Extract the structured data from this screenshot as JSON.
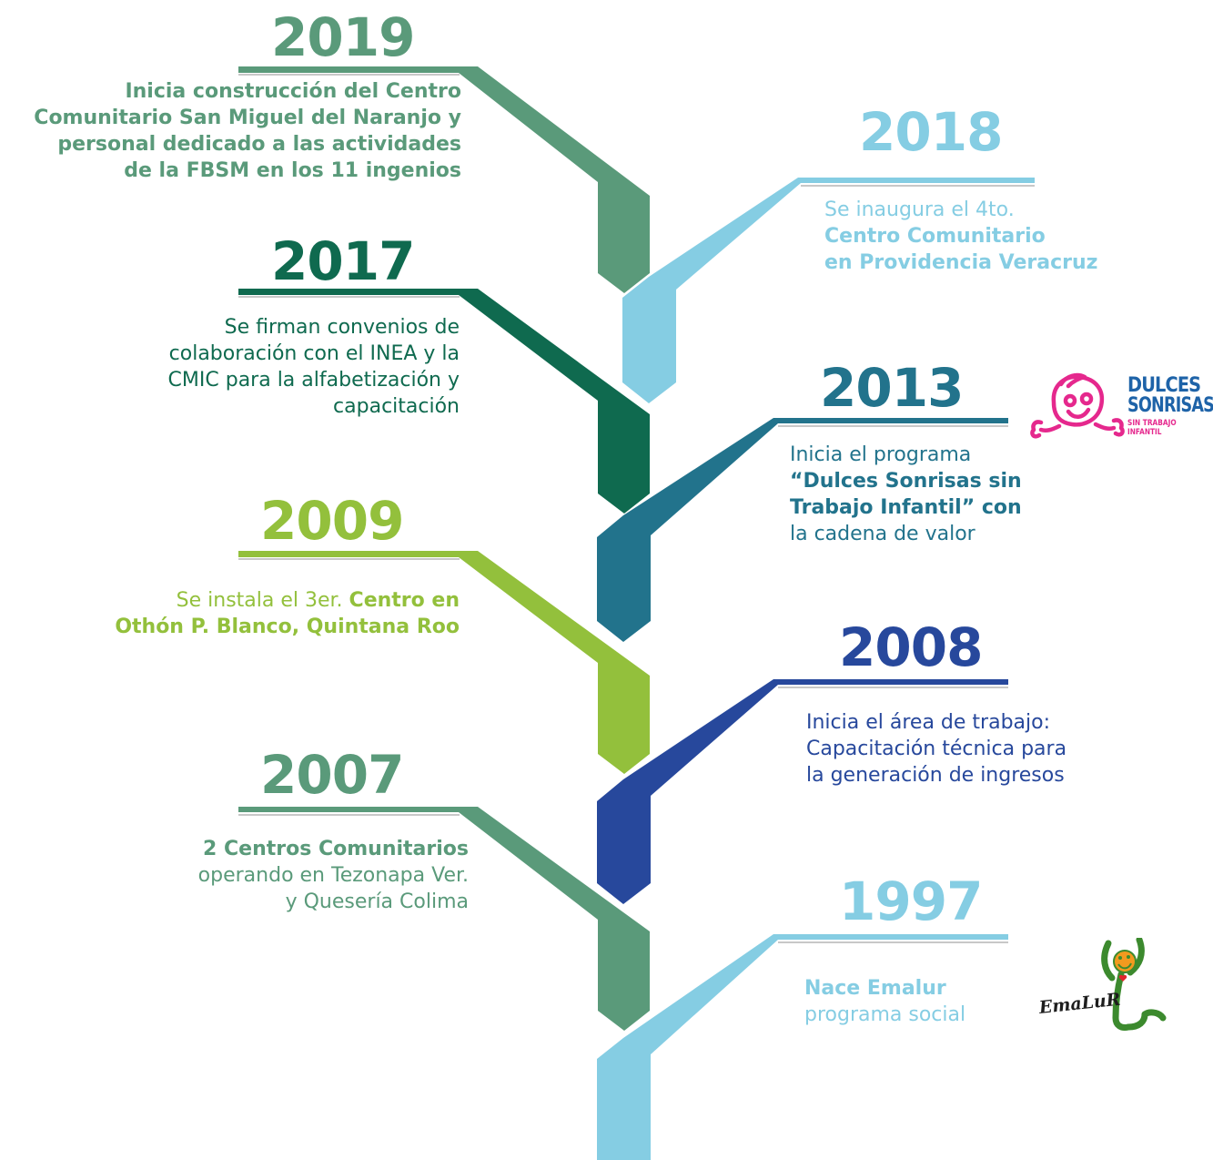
{
  "colors": {
    "c2019": "#5a9a7a",
    "c2018": "#85cde3",
    "c2017": "#0f6a4f",
    "c2013": "#22738c",
    "c2009": "#93c03c",
    "c2008": "#27489c",
    "c2007": "#5a9a7a",
    "c1997": "#85cde3",
    "rule_gray": "#c8c8c8",
    "logo_pink": "#e5288d",
    "logo_blue": "#1e63a8",
    "emalur_green": "#3c8a2e",
    "emalur_orange": "#f29a1f"
  },
  "events": [
    {
      "year": "2019",
      "lines": [
        "Inicia construcción del Centro",
        "Comunitario San Miguel del Naranjo y",
        "personal dedicado a las actividades",
        "de la FBSM en los 11 ingenios"
      ]
    },
    {
      "year": "2018",
      "lines": [
        "Se inaugura el 4to.",
        "Centro Comunitario",
        "en Providencia Veracruz"
      ]
    },
    {
      "year": "2017",
      "lines": [
        "Se firman convenios de",
        "colaboración con el INEA y la",
        "CMIC para la alfabetización y",
        "capacitación"
      ]
    },
    {
      "year": "2013",
      "lines": [
        "Inicia el programa",
        "“Dulces Sonrisas sin",
        "Trabajo Infantil” con",
        "la cadena de valor"
      ]
    },
    {
      "year": "2009",
      "lines": [
        "Se instala el 3er. Centro en",
        "Othón P. Blanco, Quintana Roo"
      ]
    },
    {
      "year": "2008",
      "lines": [
        "Inicia el área de trabajo:",
        "Capacitación técnica para",
        "la generación de ingresos"
      ]
    },
    {
      "year": "2007",
      "lines": [
        "2 Centros Comunitarios",
        "operando en Tezonapa Ver.",
        "y Quesería Colima"
      ]
    },
    {
      "year": "1997",
      "lines": [
        "Nace Emalur",
        "programa social"
      ]
    }
  ],
  "logos": {
    "dulces": {
      "line1": "DULCES",
      "line2": "SONRISAS",
      "line3": "SIN TRABAJO INFANTIL"
    },
    "emalur": {
      "word": "EmaLuR"
    }
  }
}
